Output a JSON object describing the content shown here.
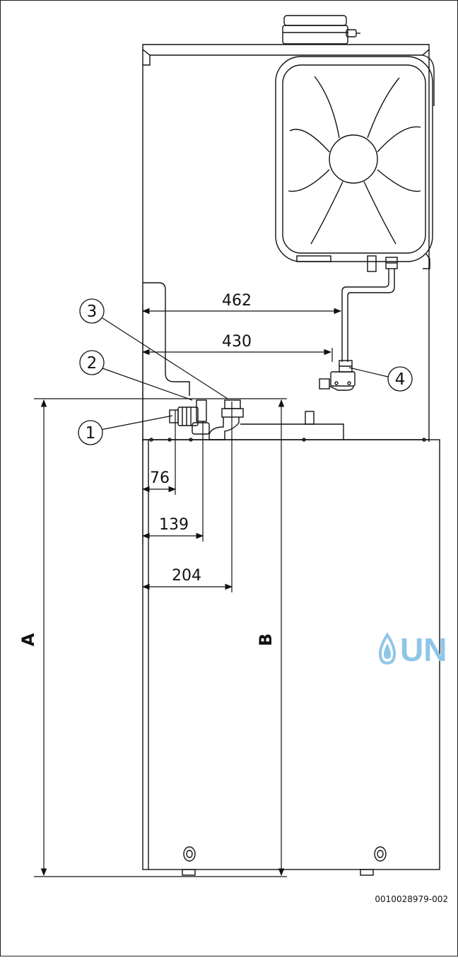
{
  "diagram": {
    "dimensions": {
      "d462": "462",
      "d430": "430",
      "d76": "76",
      "d139": "139",
      "d204": "204",
      "dim_a": "A",
      "dim_b": "B"
    },
    "callouts": [
      "1",
      "2",
      "3",
      "4"
    ],
    "figure_code": "0010028979-002",
    "watermark": "UN",
    "colors": {
      "line": "#111111",
      "watermark": "#8fc6e8"
    }
  }
}
